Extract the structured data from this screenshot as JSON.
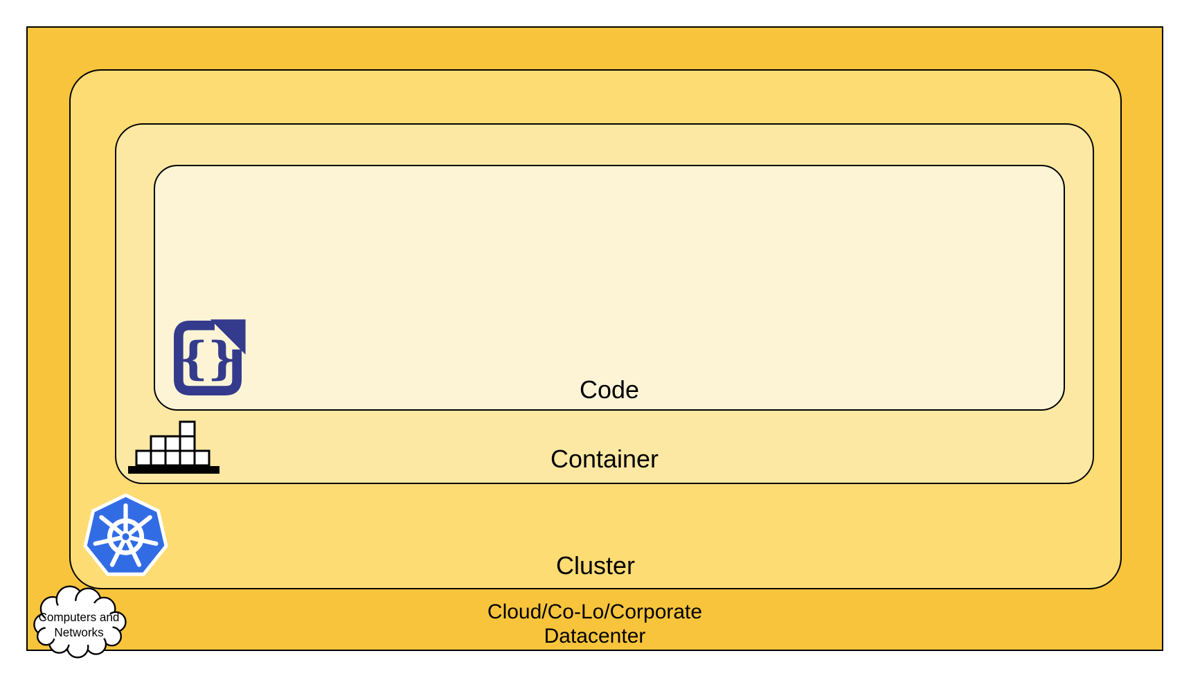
{
  "diagram": {
    "layers": {
      "code": {
        "label": "Code"
      },
      "container": {
        "label": "Container"
      },
      "cluster": {
        "label": "Cluster"
      },
      "datacenter": {
        "label_line1": "Cloud/Co-Lo/Corporate",
        "label_line2": "Datacenter"
      }
    },
    "icons": {
      "code_file": {
        "glyph": "{}"
      },
      "cloud": {
        "line1": "Computers and",
        "line2": "Networks"
      }
    },
    "colors": {
      "datacenter_bg": "#F8C43C",
      "cluster_bg": "#FDDC74",
      "container_bg": "#FCE8A3",
      "code_bg": "#FDF4D6",
      "border": "#000000",
      "code_icon_navy": "#343B8C",
      "kubernetes_blue": "#326CE5",
      "icon_white": "#FFFFFF"
    }
  }
}
